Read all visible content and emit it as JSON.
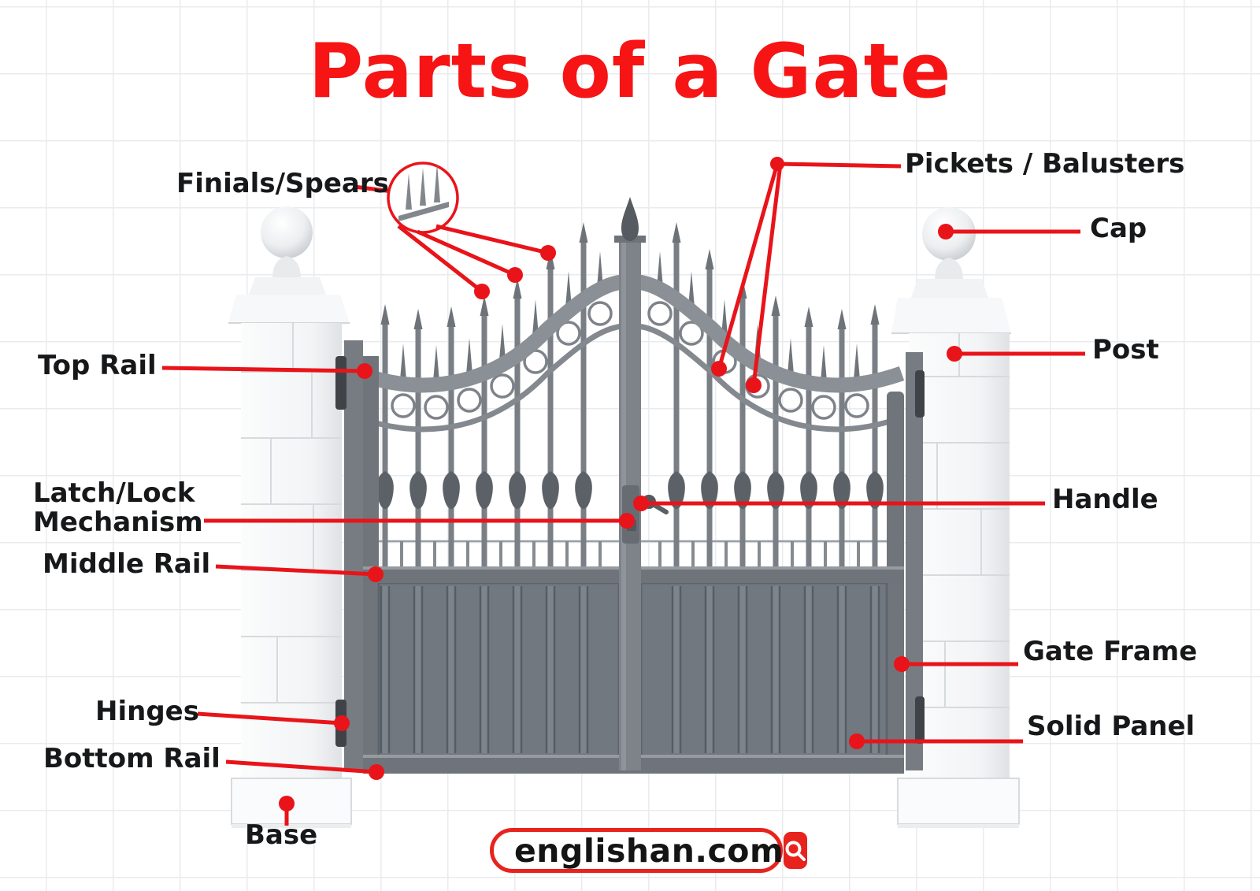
{
  "title": "Parts of a Gate",
  "diagram": {
    "labels": {
      "finials": "Finials/Spears",
      "pickets": "Pickets / Balusters",
      "cap": "Cap",
      "post": "Post",
      "top_rail": "Top Rail",
      "latch_line1": "Latch/Lock",
      "latch_line2": "Mechanism",
      "handle": "Handle",
      "middle_rail": "Middle Rail",
      "gate_frame": "Gate Frame",
      "hinges": "Hinges",
      "solid_panel": "Solid Panel",
      "bottom_rail": "Bottom Rail",
      "base": "Base"
    }
  },
  "footer": {
    "site": "englishan.com",
    "search_icon": "magnifier"
  },
  "colors": {
    "title_red": "#f61414",
    "accent_red": "#e8141a",
    "label_text": "#17181a",
    "metal_gray": "#82878d",
    "panel_gray": "#6e757d",
    "post_white": "#f5f6f7"
  }
}
